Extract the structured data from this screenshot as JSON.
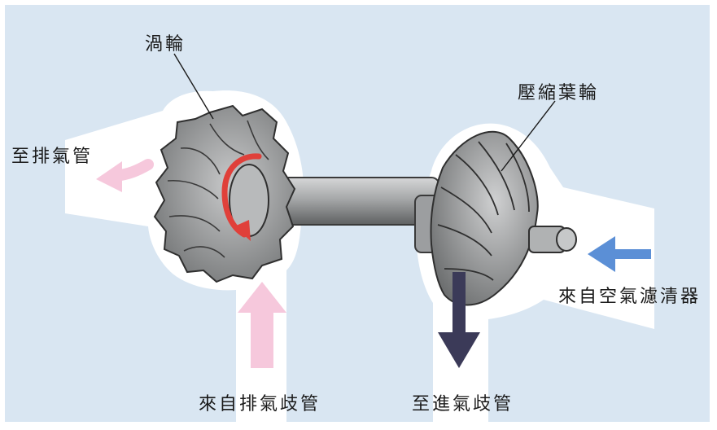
{
  "labels": {
    "turbine": "渦輪",
    "compressor_wheel": "壓縮葉輪",
    "to_exhaust_pipe": "至排氣管",
    "from_exhaust_manifold": "來自排氣歧管",
    "from_air_filter": "來自空氣濾清器",
    "to_intake_manifold": "至進氣歧管"
  },
  "colors": {
    "background": "#d9e6f2",
    "housing": "#ffffff",
    "metal": "#8f9192",
    "exhaust_arrow": "#f6c8dc",
    "intake_arrow": "#5b8fd6",
    "output_arrow": "#3b3a58",
    "rotation_arrow": "#e0403a"
  }
}
